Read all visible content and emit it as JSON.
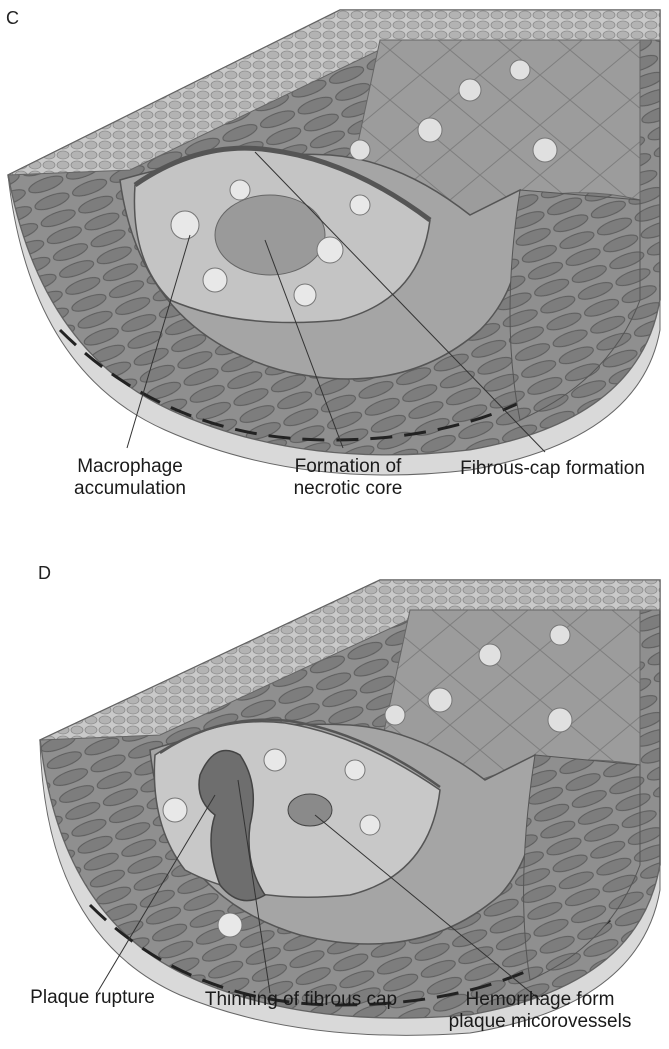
{
  "panels": [
    {
      "letter": "C",
      "labels": [
        {
          "line1": "Macrophage",
          "line2": "accumulation"
        },
        {
          "line1": "Formation of",
          "line2": "necrotic core"
        },
        {
          "line1": "Fibrous-cap formation",
          "line2": ""
        }
      ]
    },
    {
      "letter": "D",
      "labels": [
        {
          "line1": "Plaque rupture",
          "line2": ""
        },
        {
          "line1": "Thinning of fibrous cap",
          "line2": ""
        },
        {
          "line1": "Hemorrhage form",
          "line2": "plaque micorovessels"
        }
      ]
    }
  ],
  "colors": {
    "vessel_dark": "#7a7a7a",
    "vessel_mid": "#a8a8a8",
    "vessel_light": "#d6d6d6",
    "plaque": "#bdbdbd",
    "line": "#333333"
  }
}
